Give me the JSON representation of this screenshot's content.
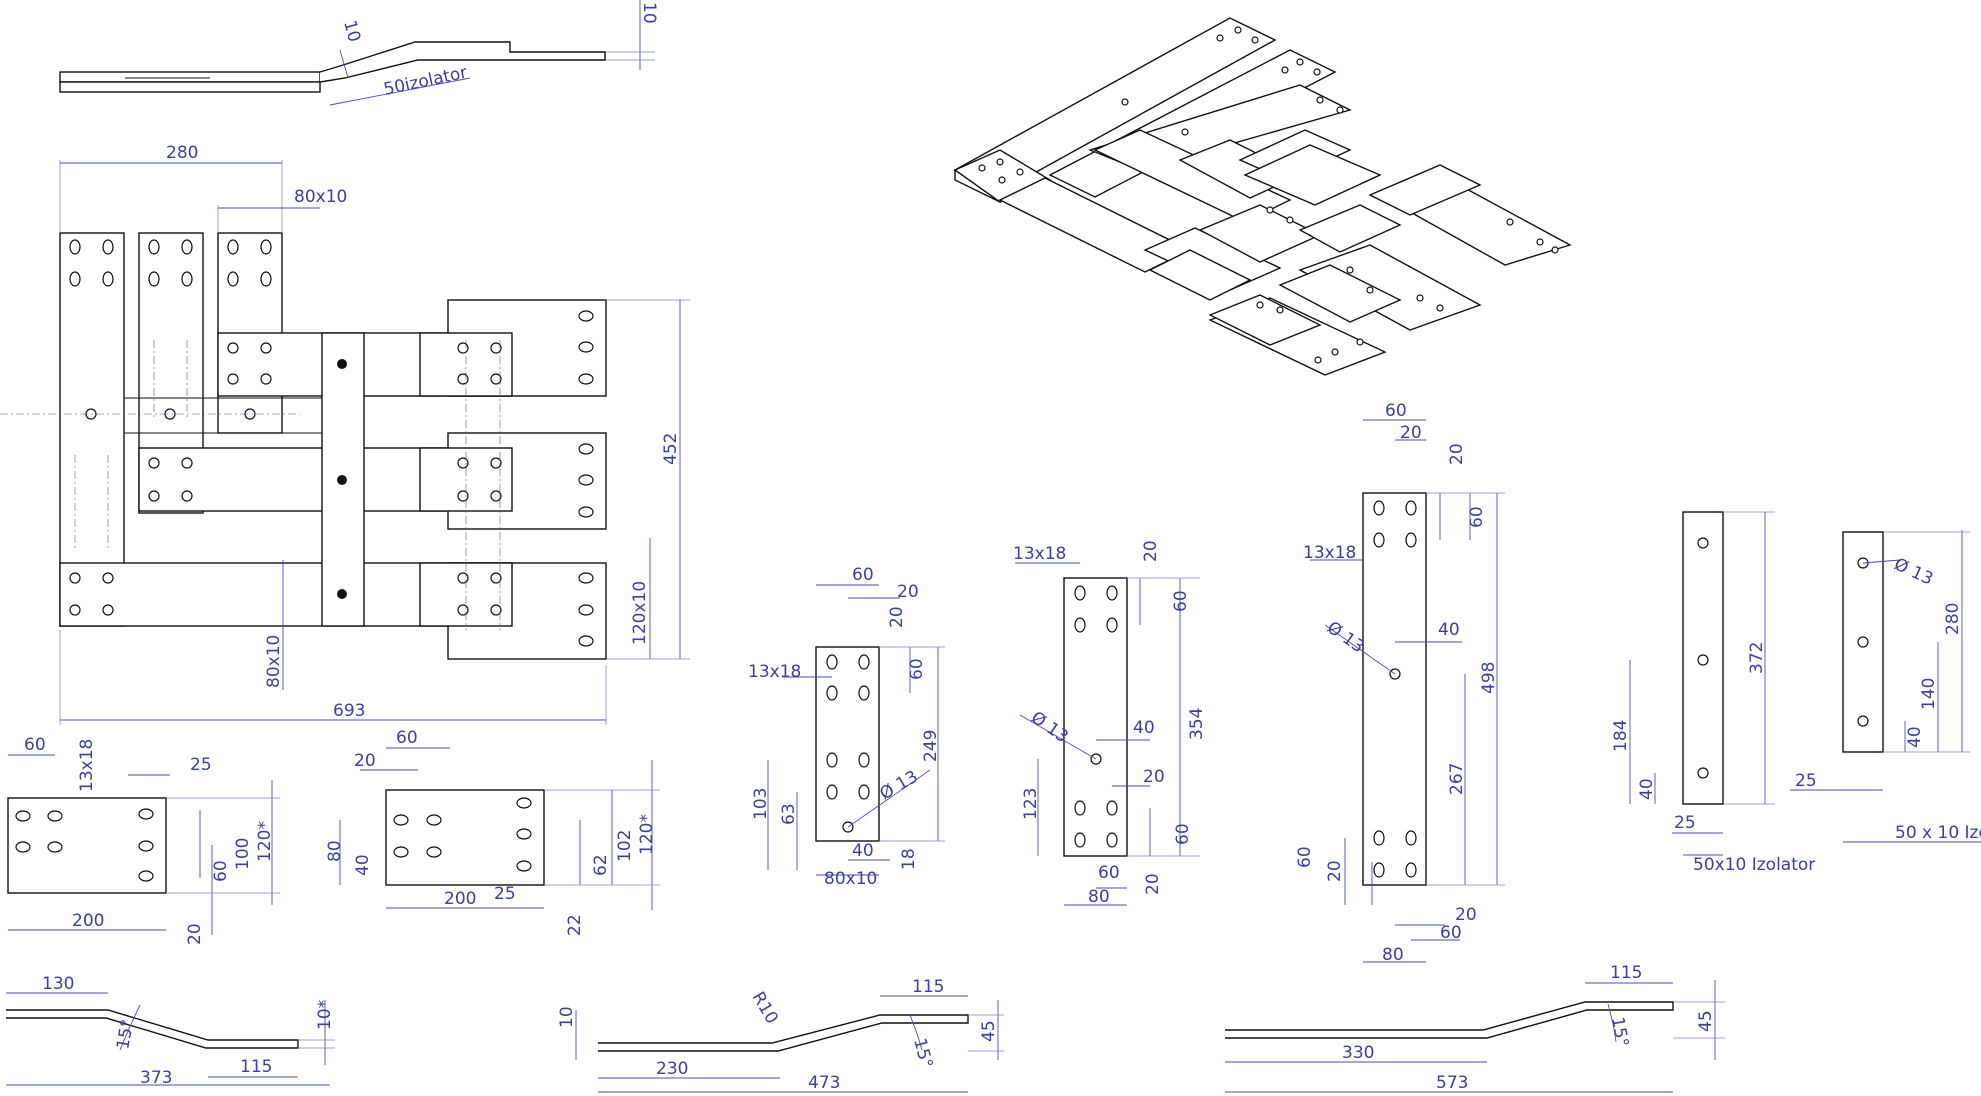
{
  "labels": {
    "top_10": "10",
    "top_10b": "10",
    "insulator_50": "50izolator",
    "d280": "280",
    "d80x10_top": "80x10",
    "d452": "452",
    "d120x10": "120x10",
    "d80x10_left": "80x10",
    "d693": "693",
    "a_60": "60",
    "a_13x18": "13x18",
    "a_25": "25",
    "a_100": "100",
    "a_120s": "120*",
    "a_60b": "60",
    "a_200": "200",
    "a_20": "20",
    "b_60": "60",
    "b_20": "20",
    "b_80": "80",
    "b_40": "40",
    "b_62": "62",
    "b_102": "102",
    "b_120s": "120*",
    "b_200": "200",
    "b_25": "25",
    "b_22": "22",
    "c_60": "60",
    "c_20a": "20",
    "c_20b": "20",
    "c_13x18": "13x18",
    "c_60b": "60",
    "c_249": "249",
    "c_d13": "Ø 13",
    "c_103": "103",
    "c_63": "63",
    "c_40": "40",
    "c_18": "18",
    "c_80x10": "80x10",
    "d_13x18": "13x18",
    "d_20": "20",
    "d_60": "60",
    "d_354": "354",
    "d_d13": "Ø 13",
    "d_40": "40",
    "d_20b": "20",
    "d_123": "123",
    "d_60b": "60",
    "d_60c": "60",
    "d_80": "80",
    "d_20c": "20",
    "e_60": "60",
    "e_20": "20",
    "e_20b": "20",
    "e_13x18": "13x18",
    "e_60b": "60",
    "e_d13": "Ø 13",
    "e_40": "40",
    "e_498": "498",
    "e_267": "267",
    "e_60c": "60",
    "e_20c": "20",
    "e_20d": "20",
    "e_60d": "60",
    "e_80": "80",
    "f_372": "372",
    "f_184": "184",
    "f_40": "40",
    "f_25": "25",
    "f_50x10": "50x10 Izolator",
    "g_d13": "Ø 13",
    "g_280": "280",
    "g_140": "140",
    "g_40": "40",
    "g_25": "25",
    "g_50x10": "50 x 10 Izo",
    "p1_130": "130",
    "p1_10s": "10*",
    "p1_15": "15°",
    "p1_373": "373",
    "p1_115": "115",
    "p2_10": "10",
    "p2_r10": "R10",
    "p2_115": "115",
    "p2_15": "15°",
    "p2_45": "45",
    "p2_230": "230",
    "p2_473": "473",
    "p3_115": "115",
    "p3_15": "15°",
    "p3_45": "45",
    "p3_330": "330",
    "p3_573": "573"
  }
}
